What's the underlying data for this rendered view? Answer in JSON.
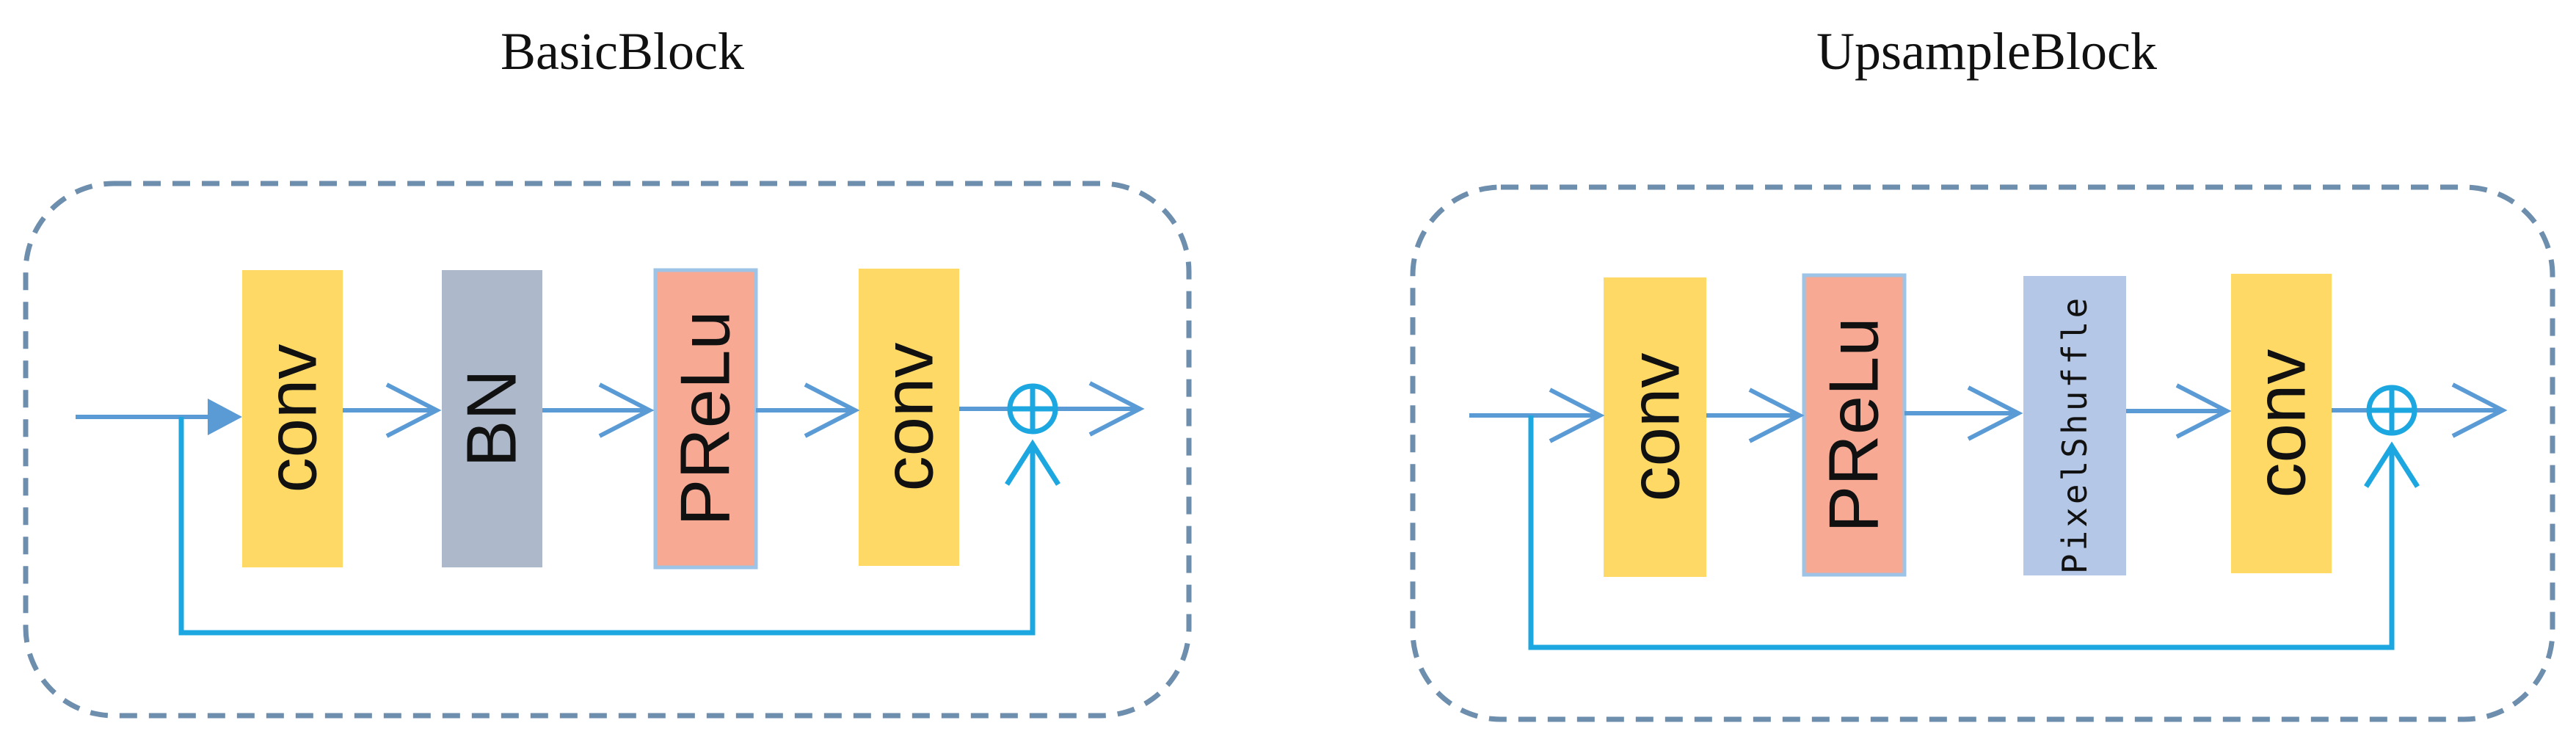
{
  "blocks": {
    "basic": {
      "title": "BasicBlock",
      "layers": [
        {
          "label": "conv",
          "color": "#FFD966"
        },
        {
          "label": "BN",
          "color": "#ADB9CA"
        },
        {
          "label": "PReLu",
          "color": "#F8A994"
        },
        {
          "label": "conv",
          "color": "#FFD966"
        }
      ]
    },
    "upsample": {
      "title": "UpsampleBlock",
      "layers": [
        {
          "label": "conv",
          "color": "#FFD966"
        },
        {
          "label": "PReLu",
          "color": "#F8A994"
        },
        {
          "label": "PixelShuffle",
          "color": "#B4C7E7"
        },
        {
          "label": "conv",
          "color": "#FFD966"
        }
      ]
    }
  },
  "colors": {
    "border_dashed": "#6D8EAD",
    "flow_arrow": "#5B9BD5",
    "skip_line": "#1CA7E0",
    "prelu_border": "#9DC3E6"
  },
  "symbols": {
    "sum": "circle-plus-icon",
    "arrow": "open-chevron-arrow-icon"
  }
}
